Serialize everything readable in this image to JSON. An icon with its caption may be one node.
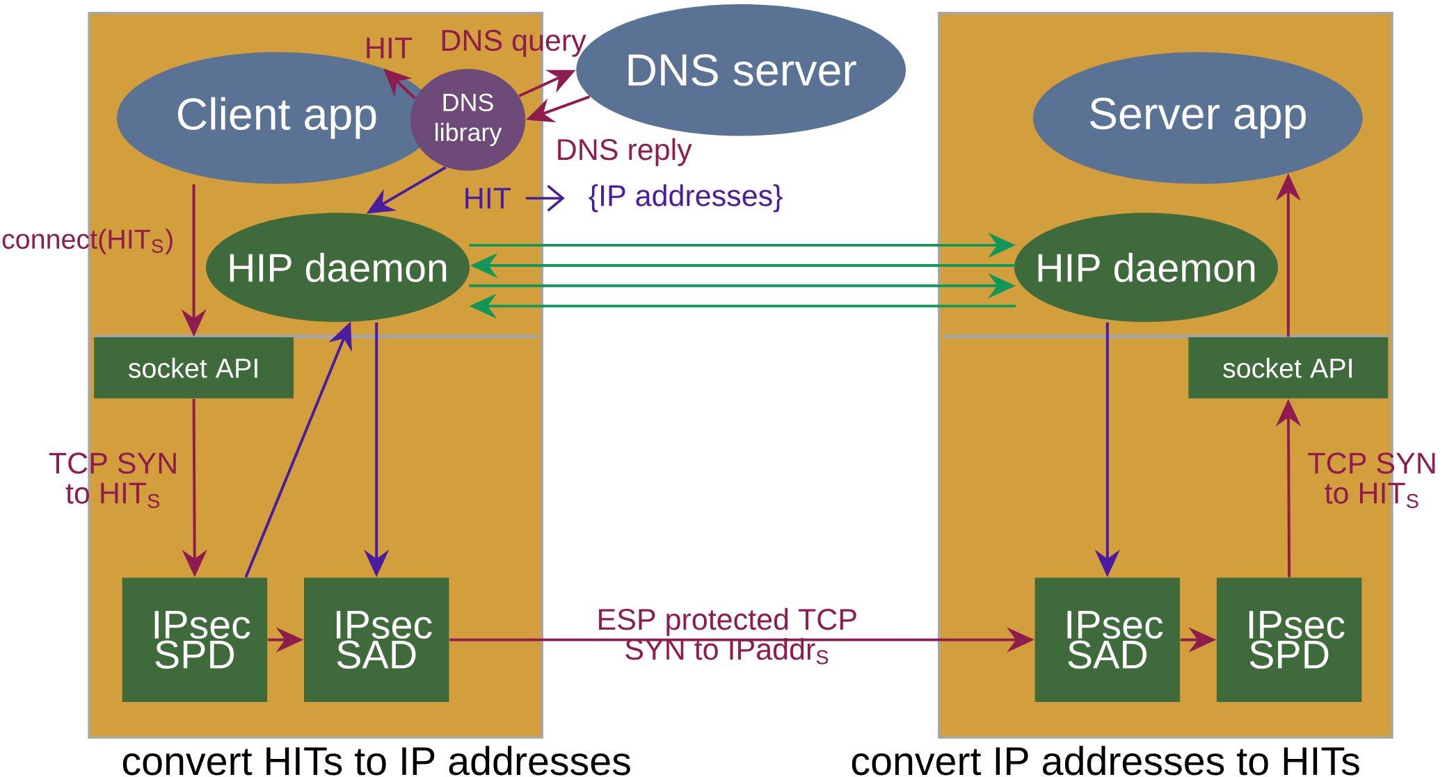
{
  "diagram": {
    "nodes": [
      {
        "text": [
          "convert HITs to IP addresses"
        ]
      },
      {
        "text": [
          "Client app"
        ],
        "in": 0
      },
      {
        "text": [
          "DNS library"
        ],
        "in": 0
      },
      {
        "text": [
          "DNS server"
        ]
      },
      {
        "text": [
          "HIP daemon"
        ],
        "in": 0
      },
      {
        "text": [
          "socket API"
        ],
        "in": 0
      },
      {
        "text": [
          "IPsec SPD"
        ],
        "in": 0
      },
      {
        "text": [
          "IPsec SAD"
        ],
        "in": 0
      },
      {
        "text": [
          "convert IP addresses to HITs"
        ]
      },
      {
        "text": [
          "Server app"
        ],
        "in": 8
      },
      {
        "text": [
          "HIP daemon"
        ],
        "in": 8
      },
      {
        "text": [
          "socket API"
        ],
        "in": 8
      },
      {
        "text": [
          "IPsec SAD"
        ],
        "in": 8
      },
      {
        "text": [
          "IPsec SPD"
        ],
        "in": 8
      }
    ],
    "edges": [
      {
        "from": 2,
        "to": 1,
        "arrow": "to",
        "label": "HIT"
      },
      {
        "from": 2,
        "to": 3,
        "arrow": "to",
        "label": "DNS query"
      },
      {
        "from": 3,
        "to": 2,
        "arrow": "to",
        "label": "DNS reply"
      },
      {
        "from": 2,
        "to": 4,
        "arrow": "to",
        "color": "#4a1ca0"
      },
      {
        "from": 1,
        "to": 5,
        "arrow": "to",
        "label": "connect(HIT$_{S}$)"
      },
      {
        "from": 5,
        "to": 6,
        "arrow": "to",
        "label": "TCP SYN to HIT$_{S}$"
      },
      {
        "from": 6,
        "to": 4,
        "arrow": "to",
        "color": "#4a1ca0"
      },
      {
        "from": 4,
        "to": 7,
        "arrow": "to",
        "color": "#4a1ca0"
      },
      {
        "from": 6,
        "to": 7,
        "arrow": "to"
      },
      {
        "from": 7,
        "to": 12,
        "arrow": "to",
        "label": "ESP protected TCP SYN to IPaddr$_{S}$"
      },
      {
        "from": 4,
        "to": 10,
        "arrow": "to",
        "color": "#12975a"
      },
      {
        "from": 10,
        "to": 4,
        "arrow": "to",
        "color": "#12975a"
      },
      {
        "from": 4,
        "to": 10,
        "arrow": "to",
        "color": "#12975a"
      },
      {
        "from": 10,
        "to": 4,
        "arrow": "to",
        "color": "#12975a"
      },
      {
        "from": 10,
        "to": 12,
        "arrow": "to",
        "color": "#4a1ca0"
      },
      {
        "from": 12,
        "to": 13,
        "arrow": "to"
      },
      {
        "from": 13,
        "to": 11,
        "arrow": "to",
        "label": "TCP SYN to HIT$_{S}$"
      },
      {
        "from": 11,
        "to": 9,
        "arrow": "to"
      }
    ],
    "labels": [
      "HIT",
      "{IP addresses}"
    ]
  }
}
